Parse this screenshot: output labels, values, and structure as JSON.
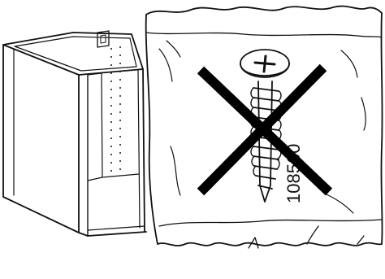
{
  "diagram": {
    "part_number": "108560",
    "colors": {
      "line": "#111111",
      "cross": "#000000",
      "background": "#ffffff"
    },
    "icons": [
      "cabinet-frame",
      "screw-bag",
      "screw",
      "prohibited-cross"
    ]
  }
}
